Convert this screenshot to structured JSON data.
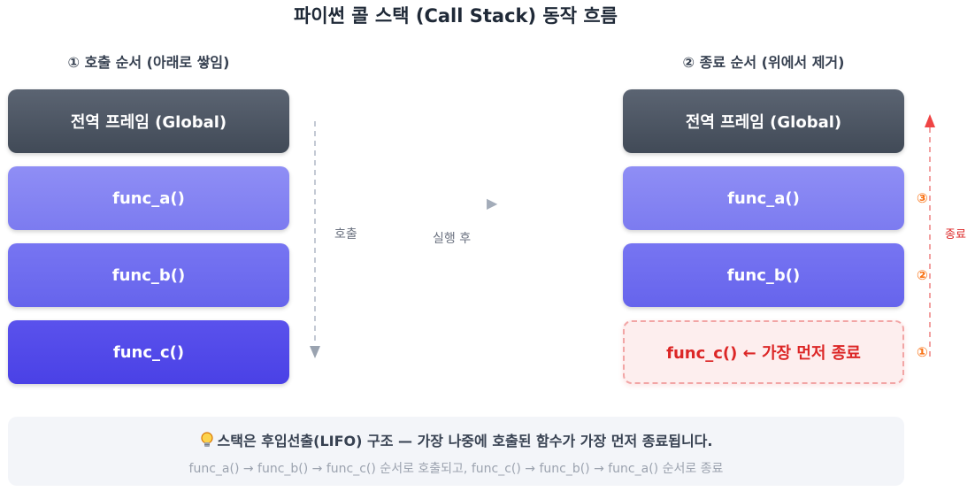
{
  "title": "파이썬 콜 스택 (Call Stack) 동작 흐름",
  "left": {
    "heading": "① 호출 순서 (아래로 쌓임)",
    "frames": [
      "전역 프레임 (Global)",
      "func_a()",
      "func_b()",
      "func_c()"
    ],
    "arrow_label": "호출"
  },
  "middle": {
    "arrow_icon": "▶",
    "label": "실행 후"
  },
  "right": {
    "heading": "② 종료 순서 (위에서 제거)",
    "frames": [
      "전역 프레임 (Global)",
      "func_a()",
      "func_b()",
      "func_c() ← 가장 먼저 종료"
    ],
    "order_numbers": [
      "③",
      "②",
      "①"
    ],
    "arrow_label": "종료"
  },
  "note": {
    "icon": "bulb-icon",
    "main": "스택은 후입선출(LIFO) 구조 — 가장 나중에 호출된 함수가 가장 먼저 종료됩니다.",
    "sub": "func_a() → func_b() → func_c() 순서로 호출되고, func_c() → func_b() → func_a() 순서로 종료"
  },
  "colors": {
    "global": "#4b5563",
    "func_a": "#8b8af4",
    "func_b": "#6b69ee",
    "func_c": "#4f46e5",
    "terminated_text": "#dc2626",
    "order_number": "#f97316"
  }
}
